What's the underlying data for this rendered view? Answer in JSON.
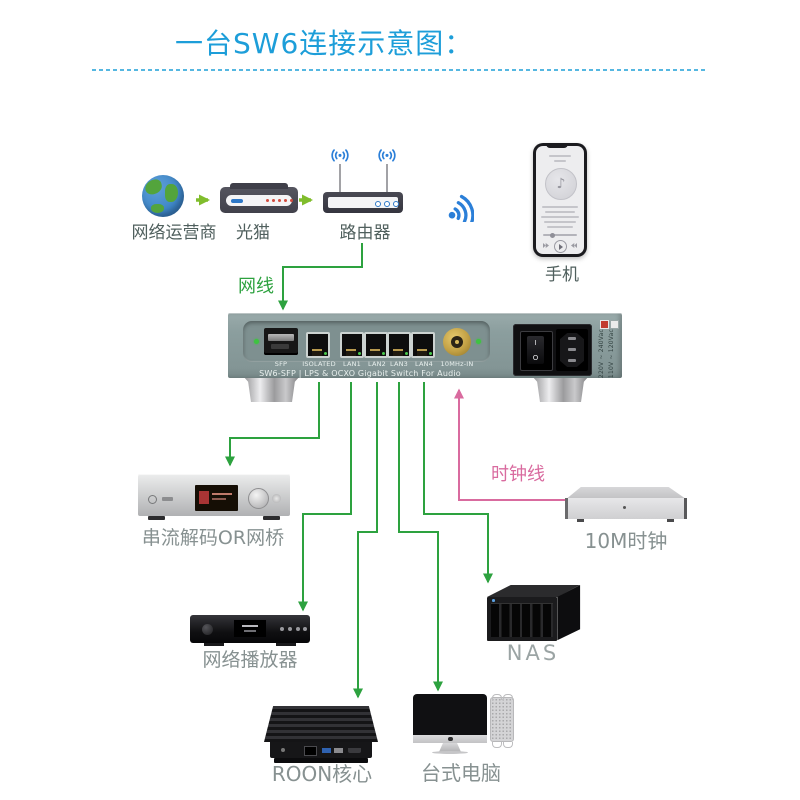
{
  "title": "一台SW6连接示意图：",
  "top_row": {
    "isp_label": "网络运营商",
    "modem_label": "光猫",
    "router_label": "路由器",
    "phone_label": "手机"
  },
  "cables": {
    "ethernet_label": "网线",
    "clock_label": "时钟线"
  },
  "switch": {
    "port_labels": [
      "SFP",
      "ISOLATED",
      "LAN1",
      "LAN2",
      "LAN3",
      "LAN4",
      "10MHz-IN"
    ],
    "model_text": "SW6-SFP | LPS & OCXO Gigabit Switch For Audio",
    "voltage_110": "110V ~ 120Vac",
    "voltage_220": "220V ~ 240Vac",
    "rocker_on": "I",
    "rocker_off": "O"
  },
  "devices": {
    "decoder_label": "串流解码OR网桥",
    "clock_label": "10M时钟",
    "nas_label": "NAS",
    "player_label": "网络播放器",
    "roon_label": "ROON核心",
    "desktop_label": "台式电脑"
  },
  "colors": {
    "title_blue": "#1d9ed9",
    "divider_blue": "#55b7e1",
    "line_green": "#2da23f",
    "arrow_green": "#80bd2c",
    "clock_pink": "#d96b9f",
    "wifi_blue": "#2b7fd8",
    "switch_body": "#8b9e9e",
    "label_dark": "#4f5f5d",
    "label_gray": "#879191"
  }
}
